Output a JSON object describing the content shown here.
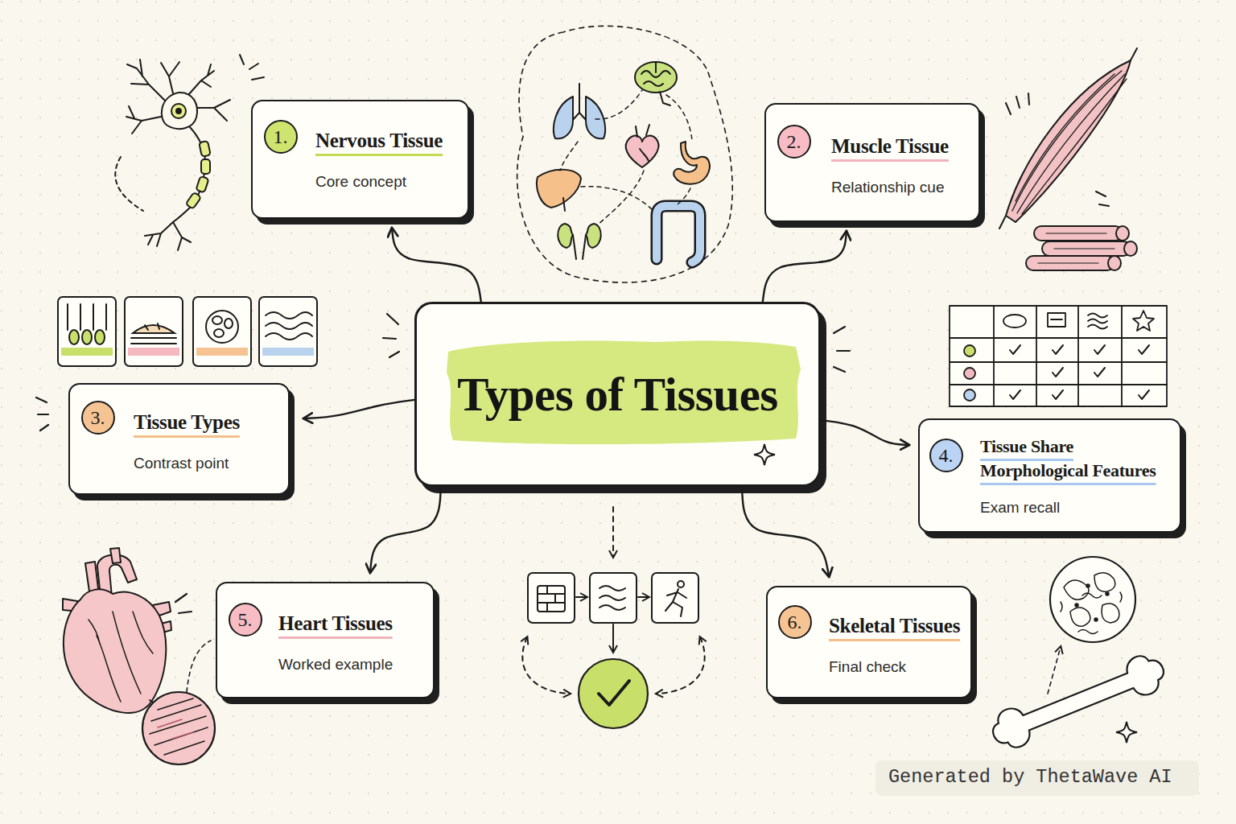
{
  "diagram": {
    "nodes": [
      {
        "text": [
          "Types of Tissues"
        ]
      },
      {
        "text": [
          "Nervous Tissue",
          "Core concept"
        ]
      },
      {
        "text": [
          "1."
        ],
        "in": 1
      },
      {
        "text": [
          "Muscle Tissue",
          "Relationship cue"
        ]
      },
      {
        "text": [
          "2."
        ],
        "in": 3
      },
      {
        "text": [
          "Tissue Types",
          "Contrast point"
        ]
      },
      {
        "text": [
          "3."
        ],
        "in": 5
      },
      {
        "text": [
          "Tissue Share Morphological Features",
          "Exam recall"
        ]
      },
      {
        "text": [
          "4."
        ],
        "in": 7
      },
      {
        "text": [
          "Heart Tissues",
          "Worked example"
        ]
      },
      {
        "text": [
          "5."
        ],
        "in": 9
      },
      {
        "text": [
          "Skeletal Tissues",
          "Final check"
        ]
      },
      {
        "text": [
          "6."
        ],
        "in": 11
      }
    ],
    "edges": [
      {
        "from": 0,
        "to": 1,
        "arrow": "to"
      },
      {
        "from": 0,
        "to": 3,
        "arrow": "to"
      },
      {
        "from": 0,
        "to": 5,
        "arrow": "to"
      },
      {
        "from": 0,
        "to": 7,
        "arrow": "to"
      },
      {
        "from": 0,
        "to": 9,
        "arrow": "to"
      },
      {
        "from": 0,
        "to": 11,
        "arrow": "to"
      }
    ],
    "labels": [
      "Generated by ThetaWave AI"
    ]
  }
}
